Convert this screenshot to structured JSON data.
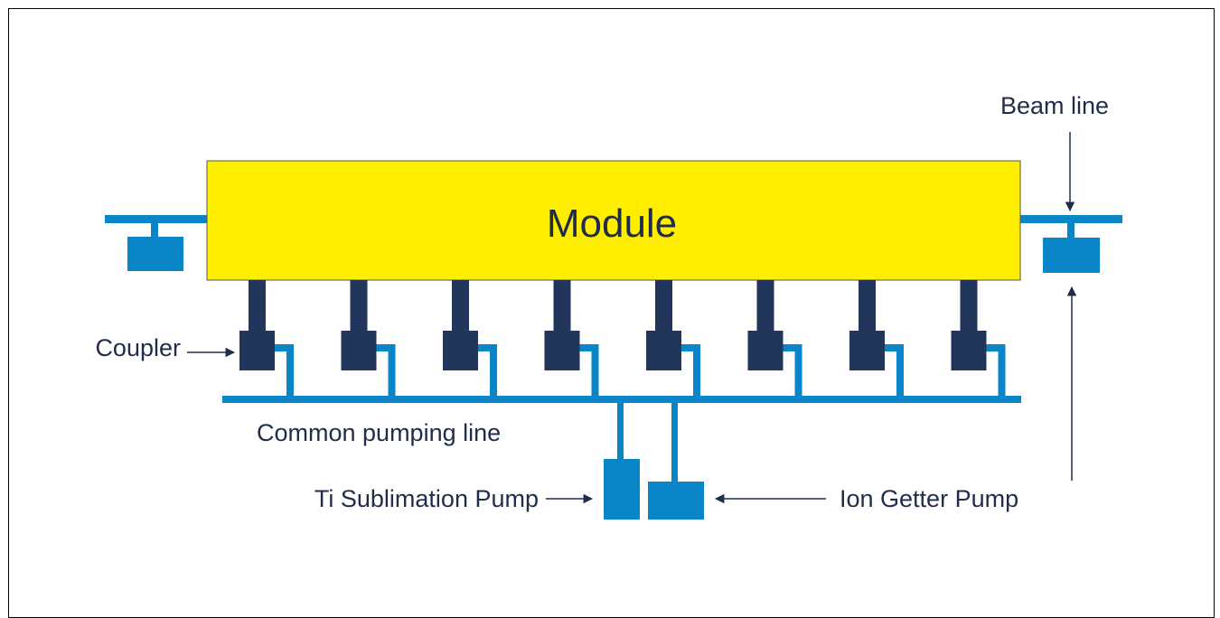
{
  "diagram": {
    "module_label": "Module",
    "beam_line_label": "Beam line",
    "coupler_label": "Coupler",
    "common_line_label": "Common pumping line",
    "ti_pump_label": "Ti Sublimation Pump",
    "ion_pump_label": "Ion Getter Pump",
    "coupler_count": 8
  },
  "colors": {
    "module_fill": "#ffee00",
    "pipe": "#0a86c8",
    "coupler": "#22355a",
    "text": "#1f2d4b",
    "arrow": "#1f2d4b"
  }
}
